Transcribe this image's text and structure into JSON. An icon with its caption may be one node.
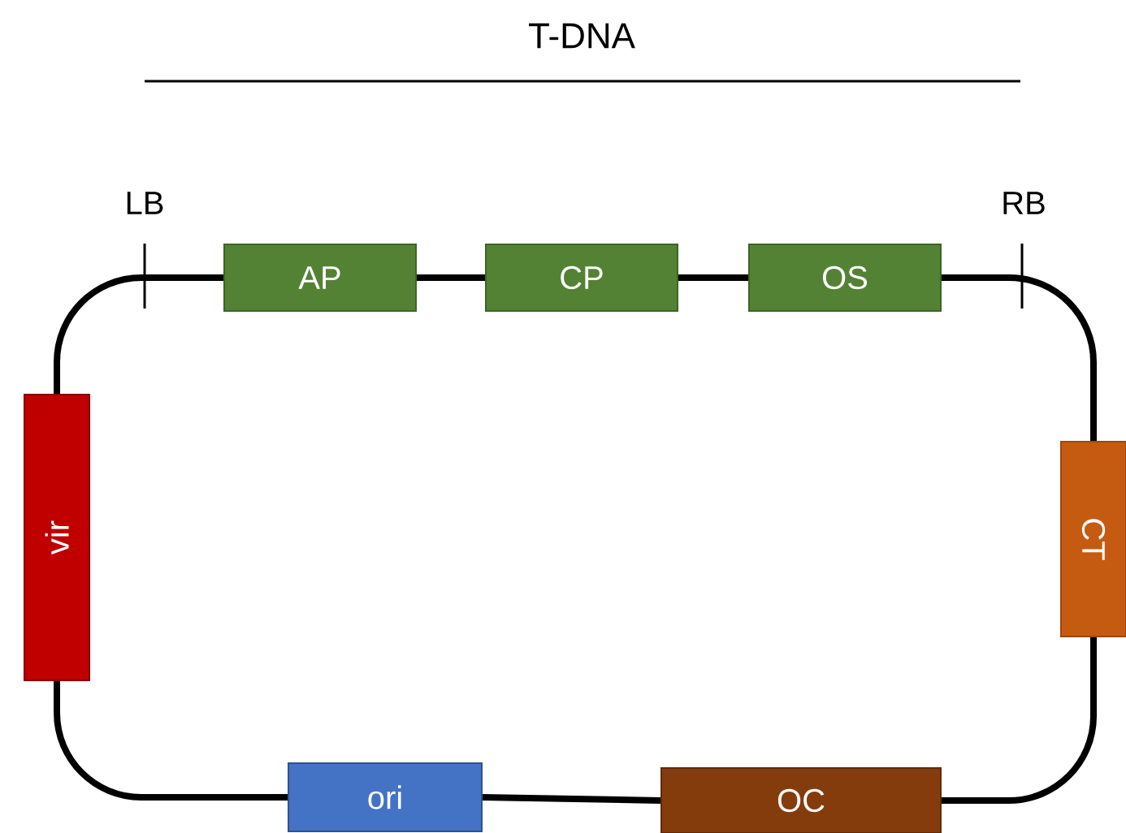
{
  "diagram": {
    "nodes": [
      {
        "text": [
          "AP"
        ]
      },
      {
        "text": [
          "CP"
        ]
      },
      {
        "text": [
          "OS"
        ]
      },
      {
        "text": [
          "CT"
        ]
      },
      {
        "text": [
          "OC"
        ]
      },
      {
        "text": [
          "ori"
        ]
      },
      {
        "text": [
          "vir"
        ]
      }
    ],
    "edges": [
      {
        "from": 6,
        "to": 0,
        "arrow": "none"
      },
      {
        "from": 0,
        "to": 1,
        "arrow": "none"
      },
      {
        "from": 1,
        "to": 2,
        "arrow": "none"
      },
      {
        "from": 2,
        "to": 3,
        "arrow": "none"
      },
      {
        "from": 3,
        "to": 4,
        "arrow": "none"
      },
      {
        "from": 4,
        "to": 5,
        "arrow": "none"
      },
      {
        "from": 5,
        "to": 6,
        "arrow": "none"
      }
    ],
    "labels": [
      "T-DNA",
      "LB",
      "RB"
    ]
  }
}
